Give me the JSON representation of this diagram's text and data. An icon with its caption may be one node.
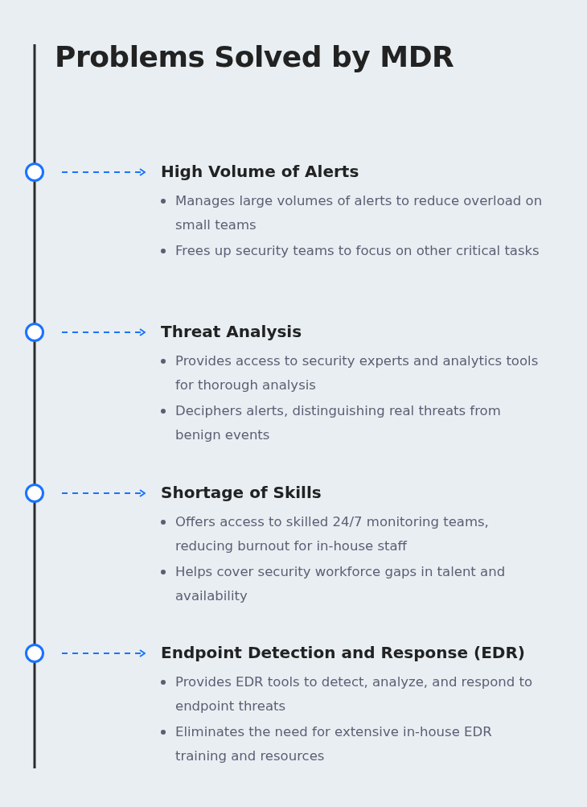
{
  "diagram": {
    "title": "Problems Solved by MDR",
    "nodes": [
      {
        "text": [],
        "shape": "circle"
      },
      {
        "text": [
          "High Volume of Alerts",
          "Manages large volumes of alerts to reduce overload on small teams",
          "Frees up security teams to focus on other critical tasks"
        ]
      },
      {
        "text": [],
        "shape": "circle"
      },
      {
        "text": [
          "Threat Analysis",
          "Provides access to security experts and analytics tools for thorough analysis",
          "Deciphers alerts, distinguishing real threats from benign events"
        ]
      },
      {
        "text": [],
        "shape": "circle"
      },
      {
        "text": [
          "Shortage of Skills",
          "Offers access to skilled 24/7 monitoring teams, reducing burnout for in-house staff",
          "Helps cover security workforce gaps in talent and availability"
        ]
      },
      {
        "text": [],
        "shape": "circle"
      },
      {
        "text": [
          "Endpoint Detection and Response (EDR)",
          "Provides EDR tools to detect, analyze, and respond to endpoint threats",
          "Eliminates the need for extensive in-house EDR training and resources"
        ]
      }
    ],
    "edges": [
      {
        "from": 0,
        "to": 1,
        "arrow": "to",
        "style": "dashed",
        "color": "#1a73ff"
      },
      {
        "from": 2,
        "to": 3,
        "arrow": "to",
        "style": "dashed",
        "color": "#1a73ff"
      },
      {
        "from": 4,
        "to": 5,
        "arrow": "to",
        "style": "dashed",
        "color": "#1a73ff"
      },
      {
        "from": 6,
        "to": 7,
        "arrow": "to",
        "style": "dashed",
        "color": "#1a73ff"
      }
    ]
  }
}
